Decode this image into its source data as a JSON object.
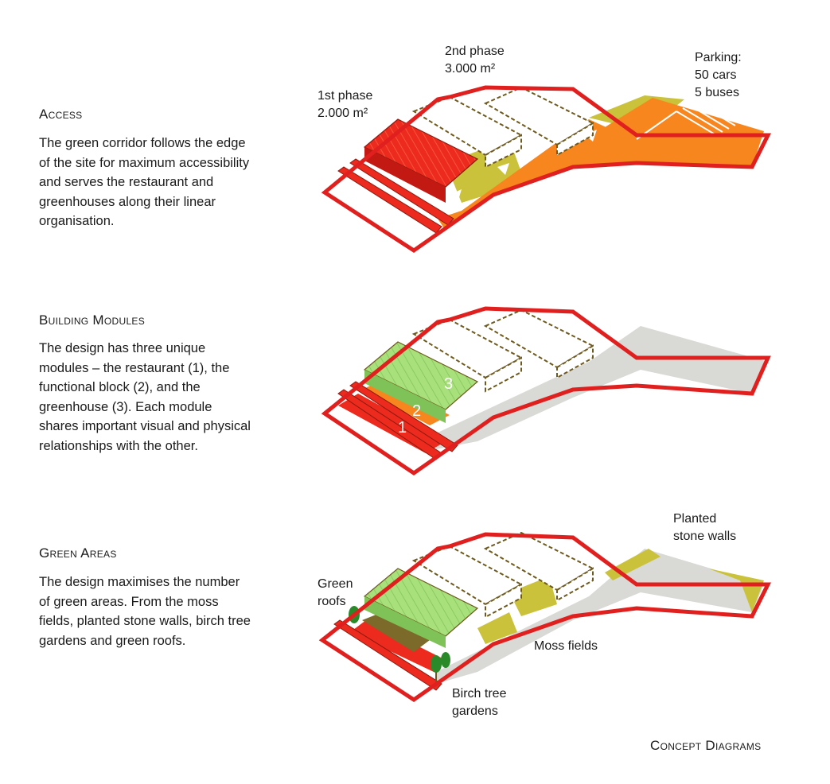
{
  "sections": {
    "access": {
      "heading": "Access",
      "text": "The green corridor follows the edge of the site for maximum accessibility and serves the restaurant and greenhouses along their linear organisation."
    },
    "modules": {
      "heading": "Building Modules",
      "text": "The design has three unique modules – the restaurant (1), the functional block (2), and the greenhouse (3). Each module shares important visual and physical relationships with the other."
    },
    "green": {
      "heading": "Green Areas",
      "text": "The design maximises the number of green areas. From the moss fields, planted stone walls, birch tree gardens and green roofs."
    }
  },
  "labels": {
    "phase1_line1": "1st phase",
    "phase1_line2": "2.000 m²",
    "phase2_line1": "2nd phase",
    "phase2_line2": "3.000 m²",
    "parking_line1": "Parking:",
    "parking_line2": "50 cars",
    "parking_line3": "5 buses",
    "module1": "1",
    "module2": "2",
    "module3": "3",
    "green_roofs_line1": "Green",
    "green_roofs_line2": "roofs",
    "planted_line1": "Planted",
    "planted_line2": "stone walls",
    "moss": "Moss fields",
    "birch_line1": "Birch tree",
    "birch_line2": "gardens"
  },
  "footer": "Concept Diagrams",
  "colors": {
    "site_outline": "#e0201e",
    "building_red": "#ec2a1d",
    "corridor_orange": "#f7861f",
    "moss_olive": "#c9c23a",
    "greenhouse_green": "#9ddb73",
    "paving_grey": "#d9d9d6",
    "dashed_brown": "#6e5a1e"
  }
}
